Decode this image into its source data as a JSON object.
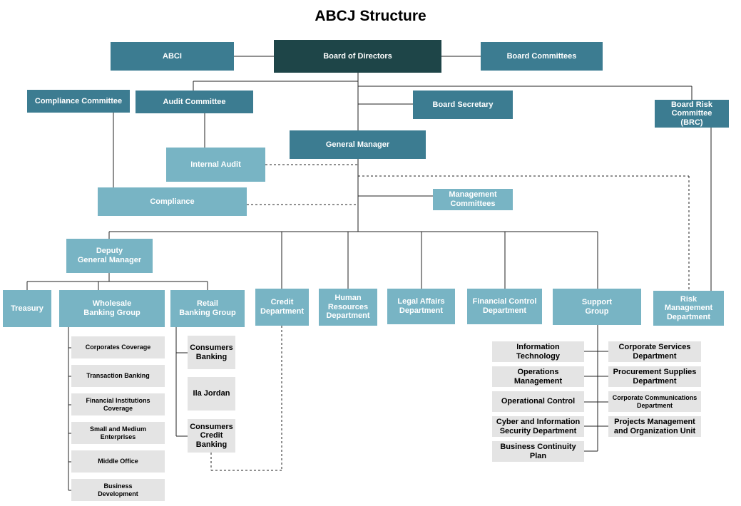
{
  "title": "ABCJ Structure",
  "nodes": {
    "abci": "ABCI",
    "board_of_directors": "Board of Directors",
    "board_committees": "Board Committees",
    "compliance_committee": "Compliance Committee",
    "audit_committee": "Audit Committee",
    "board_secretary": "Board Secretary",
    "board_risk_committee": "Board Risk\nCommittee\n(BRC)",
    "general_manager": "General Manager",
    "internal_audit": "Internal Audit",
    "compliance": "Compliance",
    "management_committees": "Management\nCommittees",
    "deputy_general_manager": "Deputy\nGeneral Manager",
    "treasury": "Treasury",
    "wholesale_banking_group": "Wholesale\nBanking Group",
    "retail_banking_group": "Retail\nBanking Group",
    "credit_department": "Credit\nDepartment",
    "human_resources_department": "Human\nResources\nDepartment",
    "legal_affairs_department": "Legal Affairs\nDepartment",
    "financial_control_department": "Financial Control\nDepartment",
    "support_group": "Support\nGroup",
    "risk_management_department": "Risk Management\nDepartment"
  },
  "wholesale_units": [
    "Corporates Coverage",
    "Transaction Banking",
    "Financial Institutions\nCoverage",
    "Small and Medium\nEnterprises",
    "Middle Office",
    "Business\nDevelopment"
  ],
  "retail_units": [
    "Consumers\nBanking",
    "Ila Jordan",
    "Consumers\nCredit\nBanking"
  ],
  "support_left_units": [
    "Information\nTechnology",
    "Operations\nManagement",
    "Operational Control",
    "Cyber and Information\nSecurity Department",
    "Business Continuity\nPlan"
  ],
  "support_right_units": [
    "Corporate Services\nDepartment",
    "Procurement Supplies\nDepartment",
    "Corporate Communications\nDepartment",
    "Projects Management\nand Organization Unit"
  ],
  "colors": {
    "dark": "#1e4548",
    "mid": "#3c7c91",
    "light": "#78b4c4",
    "grey": "#e4e4e4"
  }
}
